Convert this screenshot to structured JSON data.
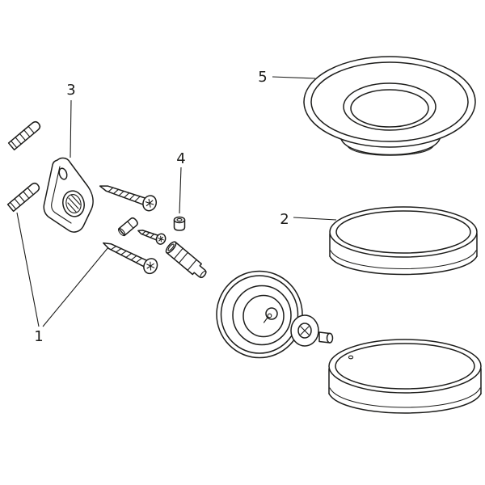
{
  "diagram": {
    "background_color": "#ffffff",
    "line_color": "#1d1d1b",
    "labels": [
      {
        "text": "1"
      },
      {
        "text": "2"
      },
      {
        "text": "3"
      },
      {
        "text": "4"
      },
      {
        "text": "5"
      }
    ]
  }
}
